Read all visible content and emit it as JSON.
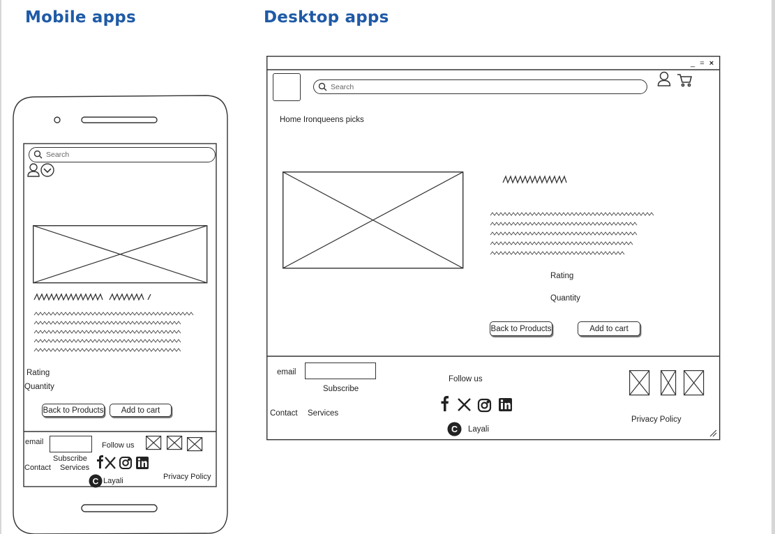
{
  "sections": {
    "mobile_title": "Mobile apps",
    "desktop_title": "Desktop apps"
  },
  "search": {
    "placeholder": "Search"
  },
  "desktop": {
    "window_controls": [
      "_",
      "=",
      "×"
    ],
    "breadcrumb": "Home Ironqueens picks",
    "product": {
      "rating_label": "Rating",
      "quantity_label": "Quantity",
      "back_button": "Back to Products",
      "cart_button": "Add to cart"
    },
    "footer": {
      "email_label": "email",
      "subscribe_label": "Subscribe",
      "follow_label": "Follow us",
      "contact_link": "Contact",
      "services_link": "Services",
      "brand": "Layali",
      "privacy_link": "Privacy Policy"
    }
  },
  "mobile": {
    "product": {
      "rating_label": "Rating",
      "quantity_label": "Quantity",
      "back_button": "Back to Products",
      "cart_button": "Add to cart"
    },
    "footer": {
      "email_label": "email",
      "subscribe_label": "Subscribe",
      "follow_label": "Follow us",
      "contact_link": "Contact",
      "services_link": "Services",
      "brand": "Layali",
      "privacy_link": "Privacy Policy"
    }
  },
  "icons": {
    "search": "search-icon",
    "user": "user-icon",
    "cart": "cart-icon",
    "dropdown": "chevron-down-icon",
    "facebook": "facebook-icon",
    "x": "x-twitter-icon",
    "instagram": "instagram-icon",
    "linkedin": "linkedin-icon",
    "copyright": "copyright-icon",
    "image_placeholder": "image-placeholder-icon"
  },
  "colors": {
    "title": "#1f5aa6",
    "stroke": "#333333"
  }
}
